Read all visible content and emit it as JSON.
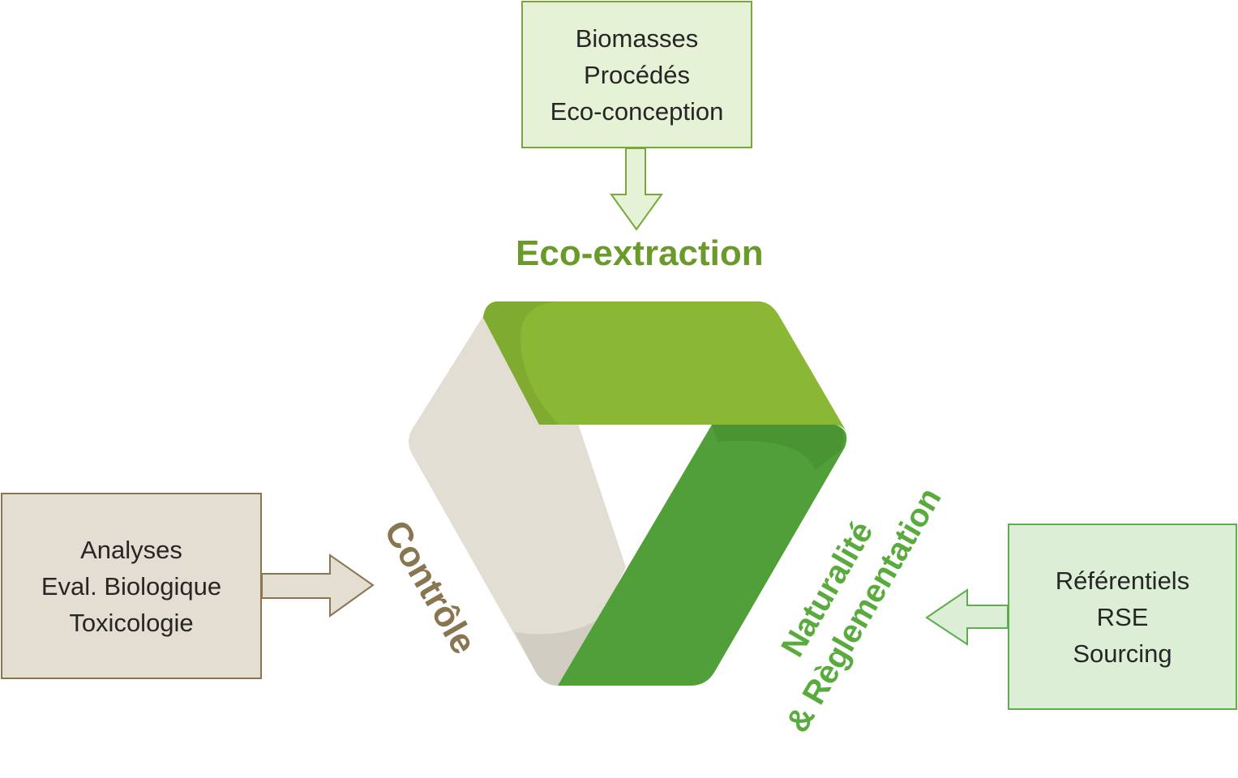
{
  "top_box": {
    "lines": [
      "Biomasses",
      "Procédés",
      "Eco-conception"
    ]
  },
  "left_box": {
    "lines": [
      "Analyses",
      "Eval. Biologique",
      "Toxicologie"
    ]
  },
  "right_box": {
    "lines": [
      "Référentiels",
      "RSE",
      "Sourcing"
    ]
  },
  "labels": {
    "eco_extraction": "Eco-extraction",
    "controle": "Contrôle",
    "naturalite_line1": "Naturalité",
    "naturalite_line2": "& Règlementation"
  },
  "colors": {
    "light_green_fill": "#e6f2d6",
    "green_border": "#78a83a",
    "beige_fill": "#e4ddd1",
    "brown_border": "#8a7551",
    "mint_fill": "#dcefd6",
    "mid_green_border": "#5cae4e",
    "ribbon_top": "#8ab734",
    "ribbon_right": "#519f38",
    "ribbon_left": "#e3ded3"
  }
}
